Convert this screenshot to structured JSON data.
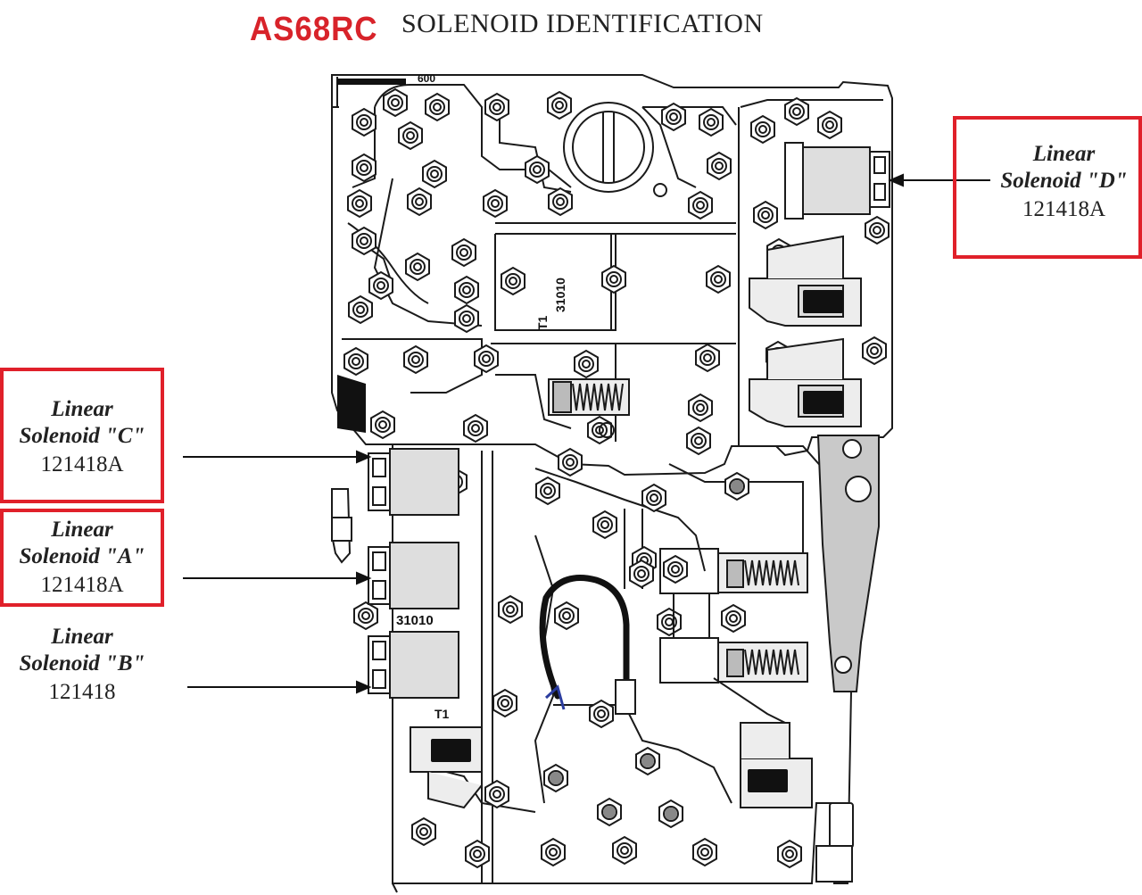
{
  "header": {
    "brand": "AS68RC",
    "title": "SOLENOID IDENTIFICATION",
    "brand_color": "#d8232a"
  },
  "callouts": {
    "d": {
      "line1": "Linear",
      "line2": "Solenoid \"D\"",
      "part": "121418A"
    },
    "c": {
      "line1": "Linear",
      "line2": "Solenoid \"C\"",
      "part": "121418A"
    },
    "a": {
      "line1": "Linear",
      "line2": "Solenoid \"A\"",
      "part": "121418A"
    },
    "b": {
      "line1": "Linear",
      "line2": "Solenoid \"B\"",
      "part": "121418"
    }
  },
  "diagram": {
    "plate_label_top": "600",
    "casting_number": "31010",
    "casting_number_lower": "31010",
    "t1_upper": "T1",
    "t1_lower": "T1",
    "highlight_color": "#e0202a"
  }
}
